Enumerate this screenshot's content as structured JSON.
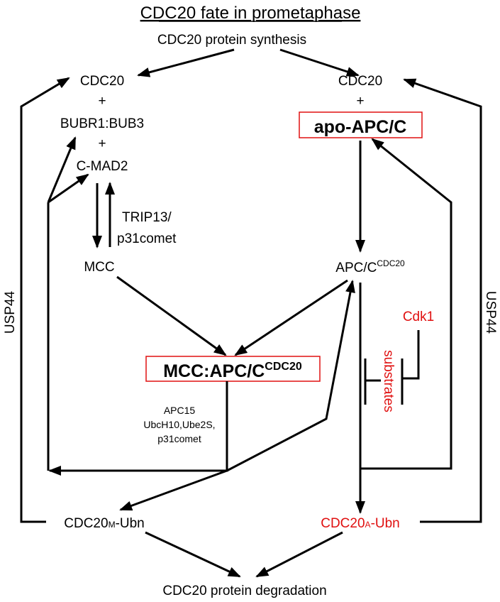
{
  "title": "CDC20 fate in prometaphase",
  "synthesis": "CDC20 protein synthesis",
  "degradation": "CDC20 protein degradation",
  "left": {
    "cdc20": "CDC20",
    "plus1": "+",
    "bubr1": "BUBR1:BUB3",
    "plus2": "+",
    "cmad2": "C-MAD2",
    "trip13_1": "TRIP13/",
    "trip13_2": "p31comet",
    "mcc": "MCC",
    "usp44": "USP44",
    "ubn_main": "CDC20",
    "ubn_sub": "M",
    "ubn_tail": "-Ubn"
  },
  "right": {
    "cdc20": "CDC20",
    "plus": "+",
    "apo": "apo-APC/C",
    "apc_main": "APC/C",
    "apc_sup": "CDC20",
    "cdk1": "Cdk1",
    "substrates": "substrates",
    "usp44": "USP44",
    "ubn_main": "CDC20",
    "ubn_sub": "A",
    "ubn_tail": "-Ubn"
  },
  "center": {
    "complex_main": "MCC:APC/C",
    "complex_sup": "CDC20",
    "factors": [
      "APC15",
      "UbcH10,Ube2S,",
      "p31comet"
    ]
  },
  "colors": {
    "highlight": "#e01010",
    "line": "#000000"
  }
}
